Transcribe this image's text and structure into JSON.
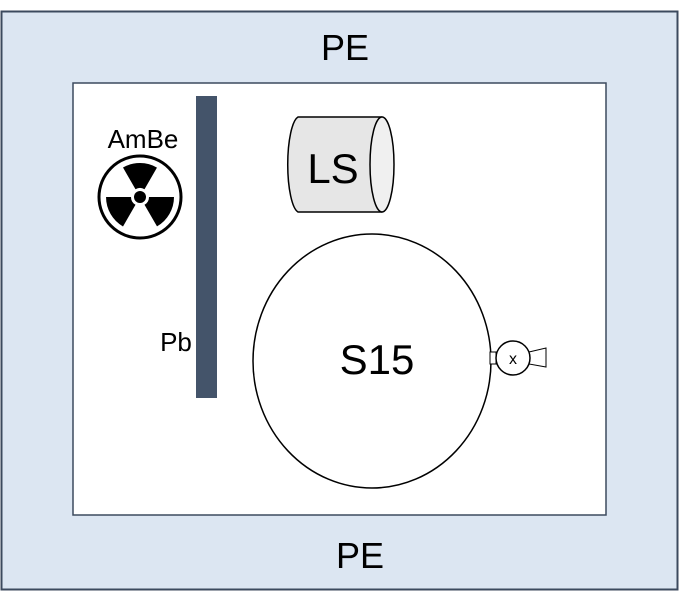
{
  "labels": {
    "pe_top": "PE",
    "pe_bottom": "PE",
    "source": "AmBe",
    "shield": "Pb",
    "ls_detector": "LS",
    "sphere": "S15",
    "valve": "x"
  },
  "colors": {
    "pe_fill": "#dce6f2",
    "pe_border": "#3c4a5e",
    "inner_fill": "#ffffff",
    "lead_bar": "#44546a",
    "ls_fill": "#e6e6e6",
    "stroke": "#000000"
  },
  "icons": {
    "source_symbol": "radiation-trefoil-icon"
  }
}
